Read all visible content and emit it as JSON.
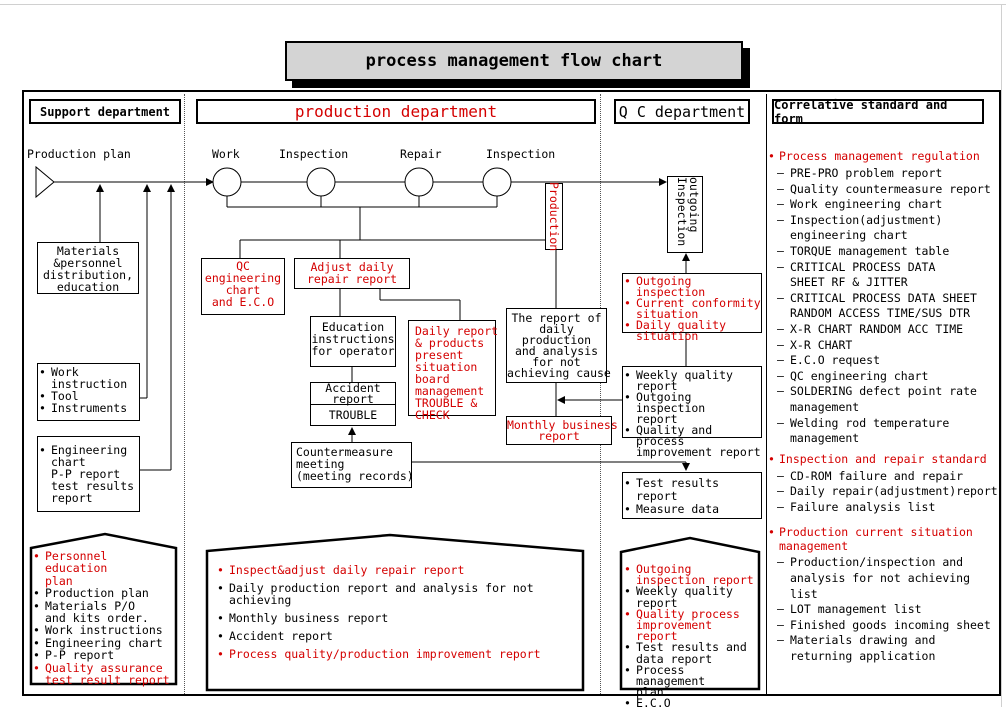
{
  "title": "process management flow chart",
  "headers": {
    "support": "Support department",
    "production": "production department",
    "qc": "Q C department",
    "correlative": "Correlative standard and form"
  },
  "flow": {
    "production_plan": "Production plan",
    "work": "Work",
    "inspection1": "Inspection",
    "repair": "Repair",
    "inspection2": "Inspection",
    "production_vertical": "Production",
    "outgoing_inspection": "outgoing Inspection"
  },
  "support_boxes": {
    "materials": [
      "Materials",
      "&personnel",
      "distribution,",
      "education"
    ],
    "work_tools": [
      "Work",
      "instruction",
      "Tool",
      "Instruments"
    ],
    "engineering": [
      "Engineering",
      "chart",
      "P-P report",
      "test results",
      "report"
    ]
  },
  "production_boxes": {
    "qc_chart": [
      "QC",
      "engineering",
      "chart",
      "and E.C.O"
    ],
    "adjust_daily": [
      "Adjust daily",
      "repair report"
    ],
    "education": [
      "Education",
      "instructions",
      "for operator"
    ],
    "accident": [
      "Accident",
      "report"
    ],
    "trouble": "TROUBLE",
    "daily_report": [
      "Daily report",
      "& products",
      "present",
      "situation",
      "board",
      "management",
      "TROUBLE &",
      "CHECK"
    ],
    "daily_production": [
      "The report of",
      "daily",
      "production",
      "and analysis",
      "for not",
      "achieving cause"
    ],
    "monthly": [
      "Monthly business",
      "report"
    ],
    "countermeasure": [
      "Countermeasure",
      "meeting",
      "(meeting records)"
    ]
  },
  "qc_boxes": {
    "outgoing": [
      "Outgoing inspection",
      "Current conformity",
      "situation",
      "Daily quality",
      "situation"
    ],
    "weekly": [
      "Weekly quality",
      "report",
      "Outgoing inspection",
      "report",
      "Quality and process",
      "improvement report"
    ],
    "test": [
      "Test results",
      "report",
      "Measure data"
    ]
  },
  "support_summary": [
    {
      "text": "Personnel education",
      "red": true,
      "bullet": true
    },
    {
      "text": "plan",
      "red": true,
      "bullet": false
    },
    {
      "text": "Production plan",
      "red": false,
      "bullet": true
    },
    {
      "text": "Materials P/O",
      "red": false,
      "bullet": true
    },
    {
      "text": "and kits order.",
      "red": false,
      "bullet": false
    },
    {
      "text": "Work instructions",
      "red": false,
      "bullet": true
    },
    {
      "text": "Engineering  chart",
      "red": false,
      "bullet": true
    },
    {
      "text": "P-P report",
      "red": false,
      "bullet": true
    },
    {
      "text": "Quality assurance",
      "red": true,
      "bullet": true
    },
    {
      "text": "test result report",
      "red": true,
      "bullet": false
    }
  ],
  "production_summary": [
    {
      "text": "Inspect&adjust daily repair report",
      "red": true
    },
    {
      "text": "Daily production report and analysis for not achieving",
      "red": false
    },
    {
      "text": "Monthly business report",
      "red": false
    },
    {
      "text": "Accident report",
      "red": false
    },
    {
      "text": "Process quality/production improvement report",
      "red": true
    }
  ],
  "qc_summary": [
    {
      "text": "Outgoing",
      "red": true,
      "bullet": true
    },
    {
      "text": "inspection report",
      "red": true,
      "bullet": false
    },
    {
      "text": "Weekly quality",
      "red": false,
      "bullet": true
    },
    {
      "text": "report",
      "red": false,
      "bullet": false
    },
    {
      "text": "Quality  process",
      "red": true,
      "bullet": true
    },
    {
      "text": "improvement report",
      "red": true,
      "bullet": false
    },
    {
      "text": "Test results and",
      "red": false,
      "bullet": true
    },
    {
      "text": "data report",
      "red": false,
      "bullet": false
    },
    {
      "text": "Process management",
      "red": false,
      "bullet": true
    },
    {
      "text": "plan",
      "red": false,
      "bullet": false
    },
    {
      "text": "E.C.O",
      "red": false,
      "bullet": true
    }
  ],
  "correlative": {
    "section1": {
      "title": "Process management regulation",
      "items": [
        [
          "PRE-PRO problem report"
        ],
        [
          "Quality countermeasure report"
        ],
        [
          "Work engineering chart"
        ],
        [
          "Inspection(adjustment)",
          "engineering chart"
        ],
        [
          "TORQUE management table"
        ],
        [
          "CRITICAL PROCESS DATA",
          "SHEET RF & JITTER"
        ],
        [
          "CRITICAL PROCESS DATA SHEET",
          "RANDOM ACCESS TIME/SUS DTR"
        ],
        [
          "X-R CHART RANDOM ACC TIME"
        ],
        [
          "X-R CHART"
        ],
        [
          "E.C.O request"
        ],
        [
          "QC engineering chart"
        ],
        [
          "SOLDERING defect point rate",
          "management"
        ],
        [
          "Welding rod temperature",
          "management"
        ]
      ]
    },
    "section2": {
      "title": "Inspection and repair standard",
      "items": [
        [
          "CD-ROM failure and repair"
        ],
        [
          "Daily repair(adjustment)report"
        ],
        [
          "Failure analysis list"
        ]
      ]
    },
    "section3": {
      "title": "Production current situation",
      "title2": "management",
      "items": [
        [
          "Production/inspection and",
          "analysis for not achieving",
          "list"
        ],
        [
          "LOT management list"
        ],
        [
          "Finished goods incoming sheet"
        ],
        [
          "Materials drawing  and",
          "returning application"
        ]
      ]
    }
  }
}
